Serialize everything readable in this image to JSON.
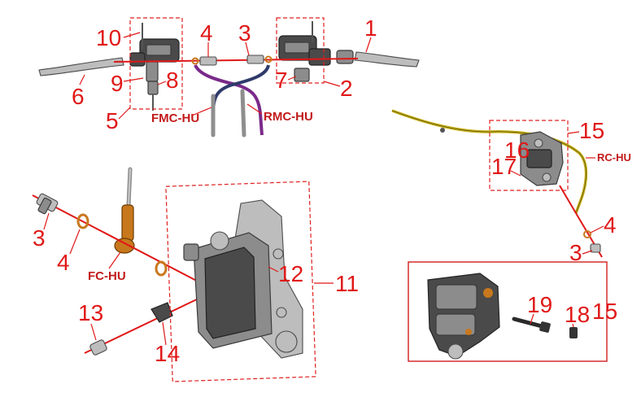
{
  "diagram": {
    "callouts": {
      "top_left": [
        {
          "id": "c10",
          "text": "10"
        },
        {
          "id": "c4",
          "text": "4"
        },
        {
          "id": "c3",
          "text": "3"
        },
        {
          "id": "c1",
          "text": "1"
        },
        {
          "id": "c9",
          "text": "9"
        },
        {
          "id": "c8",
          "text": "8"
        },
        {
          "id": "c6",
          "text": "6"
        },
        {
          "id": "c5",
          "text": "5"
        },
        {
          "id": "c7",
          "text": "7"
        },
        {
          "id": "c2",
          "text": "2"
        }
      ],
      "rear": [
        {
          "id": "c15a",
          "text": "15"
        },
        {
          "id": "c16",
          "text": "16"
        },
        {
          "id": "c17",
          "text": "17"
        },
        {
          "id": "c4b",
          "text": "4"
        },
        {
          "id": "c3b",
          "text": "3"
        }
      ],
      "front": [
        {
          "id": "c3c",
          "text": "3"
        },
        {
          "id": "c4c",
          "text": "4"
        },
        {
          "id": "c12",
          "text": "12"
        },
        {
          "id": "c11",
          "text": "11"
        },
        {
          "id": "c13",
          "text": "13"
        },
        {
          "id": "c14",
          "text": "14"
        }
      ],
      "caliper_detail": [
        {
          "id": "c19",
          "text": "19"
        },
        {
          "id": "c18",
          "text": "18"
        },
        {
          "id": "c15b",
          "text": "15"
        }
      ]
    },
    "hose_labels": {
      "fmc": "FMC-HU",
      "rmc": "RMC-HU",
      "rc": "RC-HU",
      "fc": "FC-HU"
    },
    "colors": {
      "callout": "#e01818",
      "hose_label": "#c21a1a",
      "dashed_box": "#e02020",
      "front_hose_purple": "#7a2a8a",
      "rear_hose_yellow": "#c8b21e",
      "banjo_copper": "#c8781c"
    },
    "icons": [
      "brake-lever-icon",
      "master-cylinder-icon",
      "banjo-bolt-icon",
      "washer-icon",
      "brake-caliper-icon",
      "brake-hose-icon",
      "bolt-icon"
    ]
  }
}
